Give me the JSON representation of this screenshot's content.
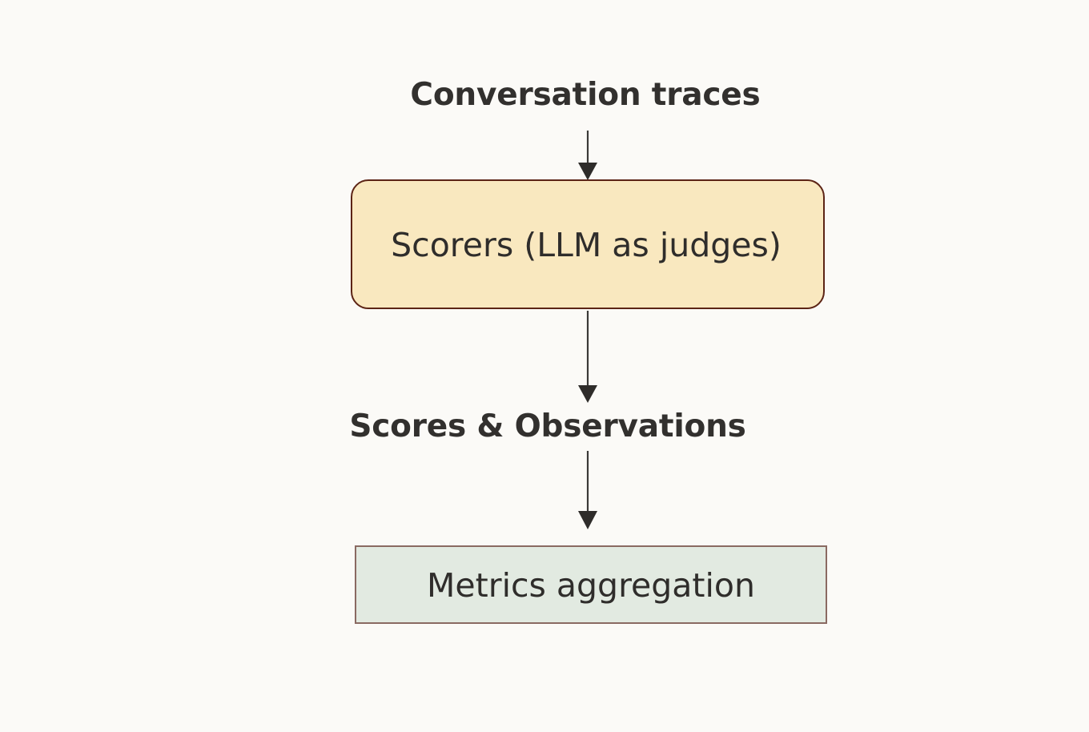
{
  "diagram": {
    "type": "flowchart",
    "orientation": "top-to-bottom",
    "background_color": "#fbfaf7",
    "title_text_color": "#32302e",
    "nodes": [
      {
        "id": "conversation-traces",
        "label": "Conversation traces",
        "shape": "plain-text",
        "bold": true
      },
      {
        "id": "scorers",
        "label": "Scorers (LLM as judges)",
        "shape": "rounded-rectangle",
        "fill_color": "#f9e8bf",
        "border_color": "#5c2415"
      },
      {
        "id": "scores-observations",
        "label": "Scores & Observations",
        "shape": "plain-text",
        "bold": true
      },
      {
        "id": "metrics-aggregation",
        "label": "Metrics aggregation",
        "shape": "rectangle",
        "fill_color": "#e2eae1",
        "border_color": "#8a6a62"
      }
    ],
    "edges": [
      {
        "id": "edge-traces-to-scorers",
        "from": "conversation-traces",
        "to": "scorers",
        "arrowhead": "solid-triangle-down"
      },
      {
        "id": "edge-scorers-to-scores",
        "from": "scorers",
        "to": "scores-observations",
        "arrowhead": "solid-triangle-down"
      },
      {
        "id": "edge-scores-to-metrics",
        "from": "scores-observations",
        "to": "metrics-aggregation",
        "arrowhead": "solid-triangle-down"
      }
    ]
  }
}
